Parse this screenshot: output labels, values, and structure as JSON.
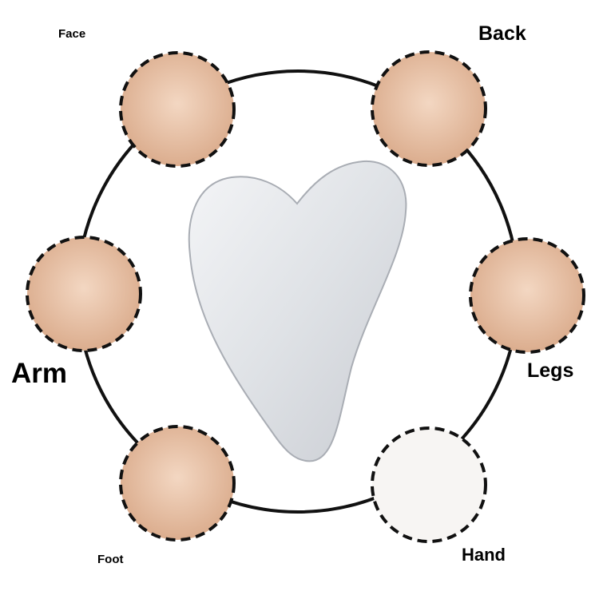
{
  "labels": {
    "face": "Face",
    "back": "Back",
    "arm": "Arm",
    "legs": "Legs",
    "foot": "Foot",
    "hand": "Hand"
  },
  "colors": {
    "ring": "#111111",
    "skin": "#e9c4a8",
    "metal": "#dcdfe4"
  }
}
